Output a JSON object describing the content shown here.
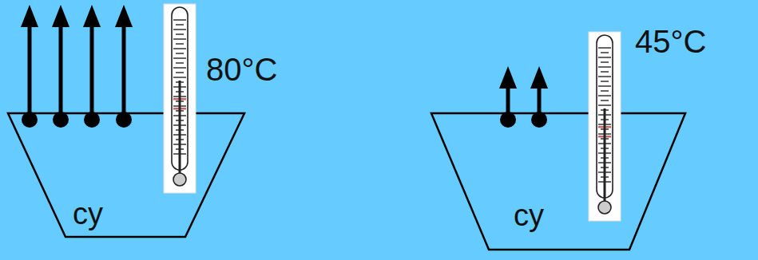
{
  "diagram": {
    "nodes": [
      {
        "text": [
          "cy"
        ]
      },
      {
        "text": [
          "cy"
        ]
      }
    ],
    "labels": [
      "80°C",
      "45°C"
    ]
  }
}
